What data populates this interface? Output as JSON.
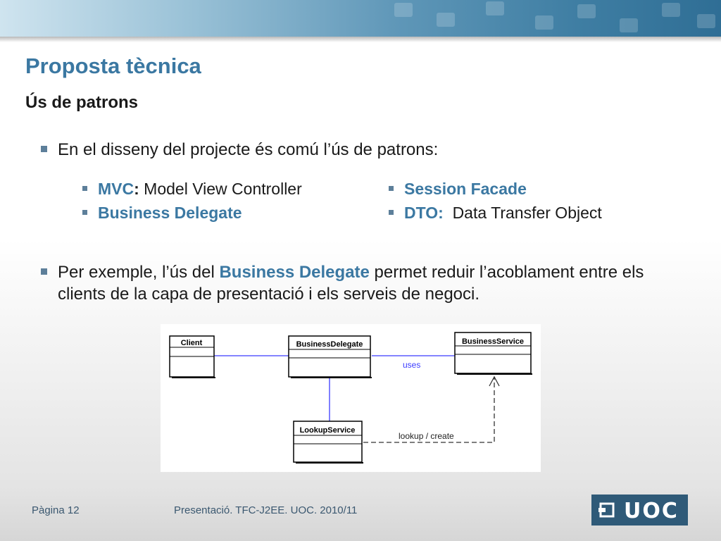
{
  "slide": {
    "title": "Proposta tècnica",
    "subtitle": "Ús de patrons",
    "bullet_intro": "En el disseny del projecte és comú l’ús de patrons:",
    "patterns": [
      {
        "name": "MVC",
        "sep": ":",
        "desc": " Model View Controller"
      },
      {
        "name": "Business Delegate",
        "sep": "",
        "desc": ""
      },
      {
        "name": "Session Facade",
        "sep": "",
        "desc": ""
      },
      {
        "name": "DTO:",
        "sep": "",
        "desc": "  Data Transfer Object"
      }
    ],
    "example": {
      "before": "Per exemple, l’ús del ",
      "highlight": "Business Delegate",
      "after": " permet reduir l’acoblament entre els clients de la capa de presentació i els serveis de negoci."
    }
  },
  "diagram": {
    "classes": {
      "client": "Client",
      "business_delegate": "BusinessDelegate",
      "business_service": "BusinessService",
      "lookup_service": "LookupService"
    },
    "labels": {
      "uses": "uses",
      "lookup": "lookup / create"
    },
    "colors": {
      "association": "#3a3aff",
      "dependency": "#333333"
    }
  },
  "footer": {
    "page": "Pàgina 12",
    "presentation": "Presentació.  TFC-J2EE. UOC. 2010/11",
    "logo_text": "UOC"
  },
  "colors": {
    "accent": "#3b78a2",
    "logo_bg": "#2f5a78"
  }
}
